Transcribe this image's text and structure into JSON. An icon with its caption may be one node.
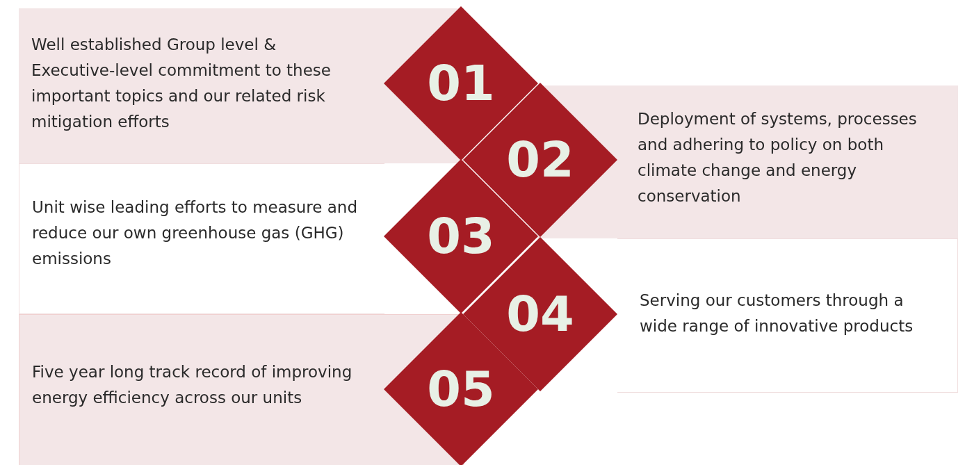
{
  "diagram": {
    "nodes": [
      {
        "text": [
          "Well established Group level & Executive-level commitment to these important topics and our related risk mitigation efforts"
        ]
      },
      {
        "text": [
          "01"
        ]
      },
      {
        "text": [
          "02"
        ]
      },
      {
        "text": [
          "Deployment of systems, processes and adhering to policy on both climate change and energy conservation"
        ]
      },
      {
        "text": [
          "Unit wise leading efforts to measure and reduce our own greenhouse gas (GHG) emissions"
        ]
      },
      {
        "text": [
          "03"
        ]
      },
      {
        "text": [
          "04"
        ]
      },
      {
        "text": [
          "Serving our customers through a wide range of innovative products"
        ]
      },
      {
        "text": [
          "Five year long track record of improving energy efficiency across our units"
        ]
      },
      {
        "text": [
          "05"
        ]
      }
    ],
    "edges": []
  }
}
